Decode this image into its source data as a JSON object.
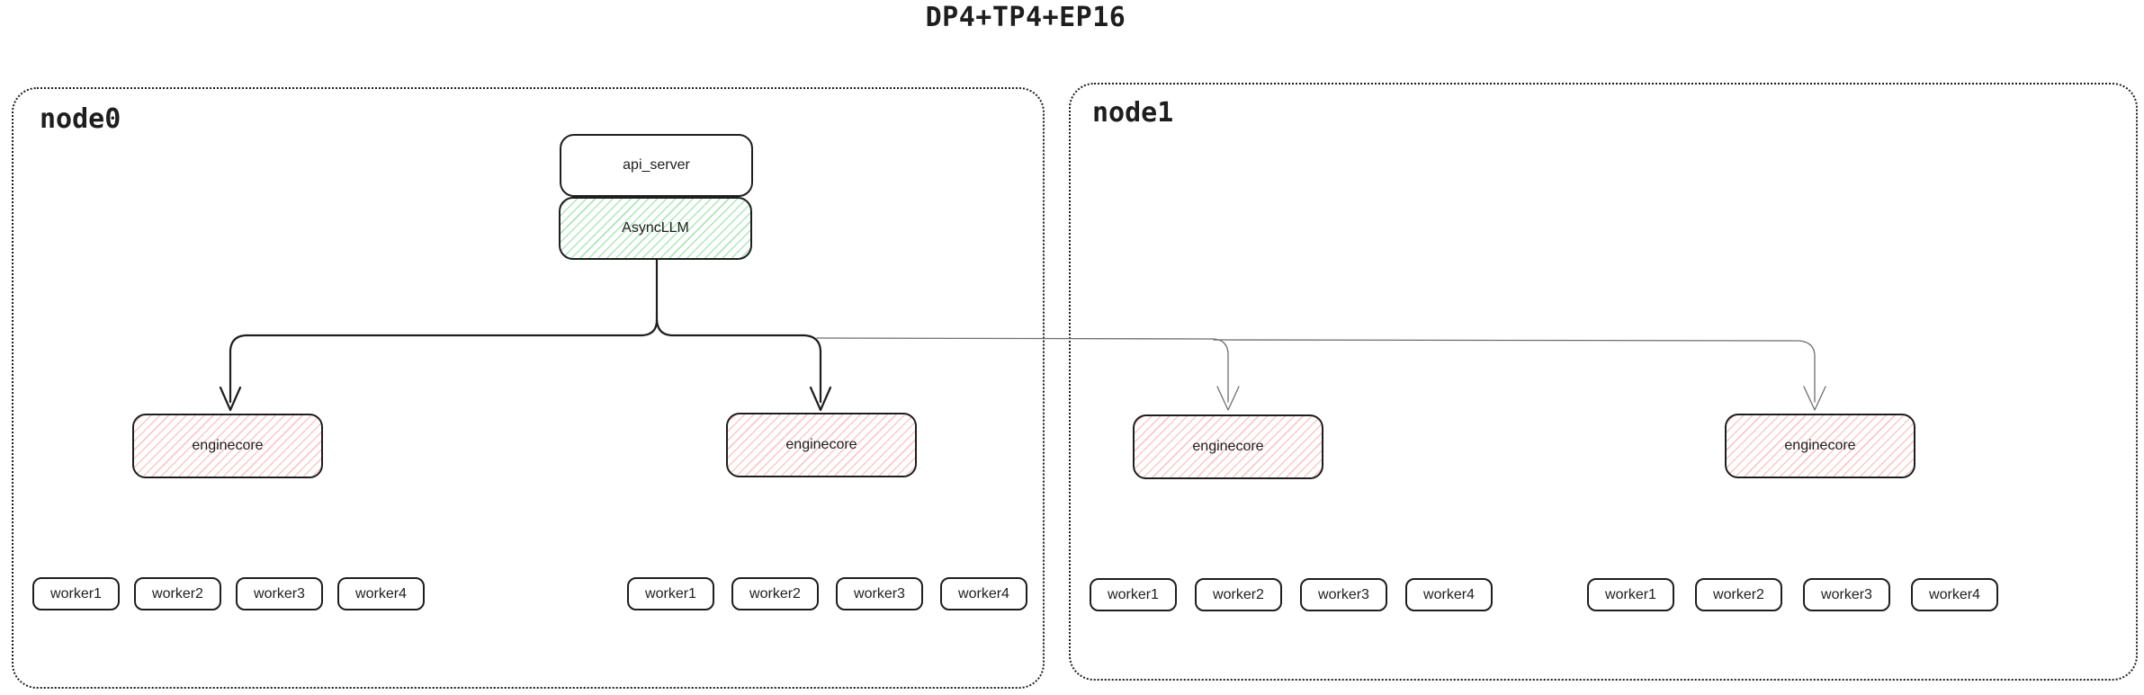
{
  "title": "DP4+TP4+EP16",
  "colors": {
    "ink": "#1e1e1e",
    "thin_line": "#6e6e6e",
    "background": "#ffffff",
    "green_hatch": "#4bc864",
    "red_hatch": "#fa6e6e"
  },
  "nodes": [
    {
      "label": "node0",
      "api_server": "api_server",
      "async_llm": "AsyncLLM",
      "enginecores": [
        {
          "label": "enginecore",
          "workers": [
            "worker1",
            "worker2",
            "worker3",
            "worker4"
          ]
        },
        {
          "label": "enginecore",
          "workers": [
            "worker1",
            "worker2",
            "worker3",
            "worker4"
          ]
        }
      ]
    },
    {
      "label": "node1",
      "enginecores": [
        {
          "label": "enginecore",
          "workers": [
            "worker1",
            "worker2",
            "worker3",
            "worker4"
          ]
        },
        {
          "label": "enginecore",
          "workers": [
            "worker1",
            "worker2",
            "worker3",
            "worker4"
          ]
        }
      ]
    }
  ],
  "edges": [
    {
      "from": "AsyncLLM",
      "to": "node0 enginecore 1",
      "style": "bold-arrow"
    },
    {
      "from": "AsyncLLM",
      "to": "node0 enginecore 2",
      "style": "bold-arrow"
    },
    {
      "from": "AsyncLLM",
      "to": "node1 enginecore 1",
      "style": "thin-arrow"
    },
    {
      "from": "AsyncLLM",
      "to": "node1 enginecore 2",
      "style": "thin-arrow"
    }
  ]
}
